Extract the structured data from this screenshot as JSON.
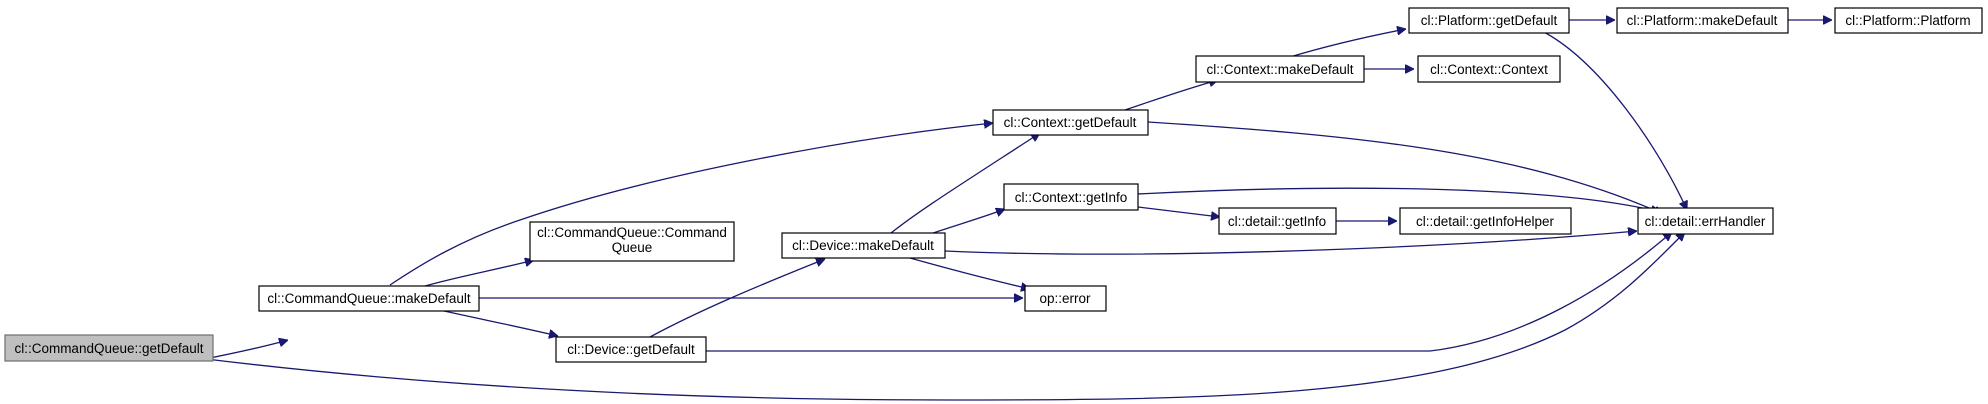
{
  "graph": {
    "colors": {
      "edge": "#191970",
      "root_fill": "#bfbfbf",
      "node_fill": "#ffffff",
      "node_stroke": "#000000"
    },
    "nodes": {
      "cq_getDefault": {
        "lines": [
          "cl::CommandQueue::getDefault"
        ],
        "root": true
      },
      "cq_makeDefault": {
        "lines": [
          "cl::CommandQueue::makeDefault"
        ]
      },
      "cq_ctor": {
        "lines": [
          "cl::CommandQueue::Command",
          "Queue"
        ]
      },
      "dev_getDefault": {
        "lines": [
          "cl::Device::getDefault"
        ]
      },
      "dev_makeDefault": {
        "lines": [
          "cl::Device::makeDefault"
        ]
      },
      "ctx_getDefault": {
        "lines": [
          "cl::Context::getDefault"
        ]
      },
      "ctx_makeDefault": {
        "lines": [
          "cl::Context::makeDefault"
        ]
      },
      "ctx_ctor": {
        "lines": [
          "cl::Context::Context"
        ]
      },
      "ctx_getInfo": {
        "lines": [
          "cl::Context::getInfo"
        ]
      },
      "det_getInfo": {
        "lines": [
          "cl::detail::getInfo"
        ]
      },
      "det_getInfoHelper": {
        "lines": [
          "cl::detail::getInfoHelper"
        ]
      },
      "op_error": {
        "lines": [
          "op::error"
        ]
      },
      "det_errHandler": {
        "lines": [
          "cl::detail::errHandler"
        ]
      },
      "plat_getDefault": {
        "lines": [
          "cl::Platform::getDefault"
        ]
      },
      "plat_makeDefault": {
        "lines": [
          "cl::Platform::makeDefault"
        ]
      },
      "plat_ctor": {
        "lines": [
          "cl::Platform::Platform"
        ]
      }
    }
  }
}
